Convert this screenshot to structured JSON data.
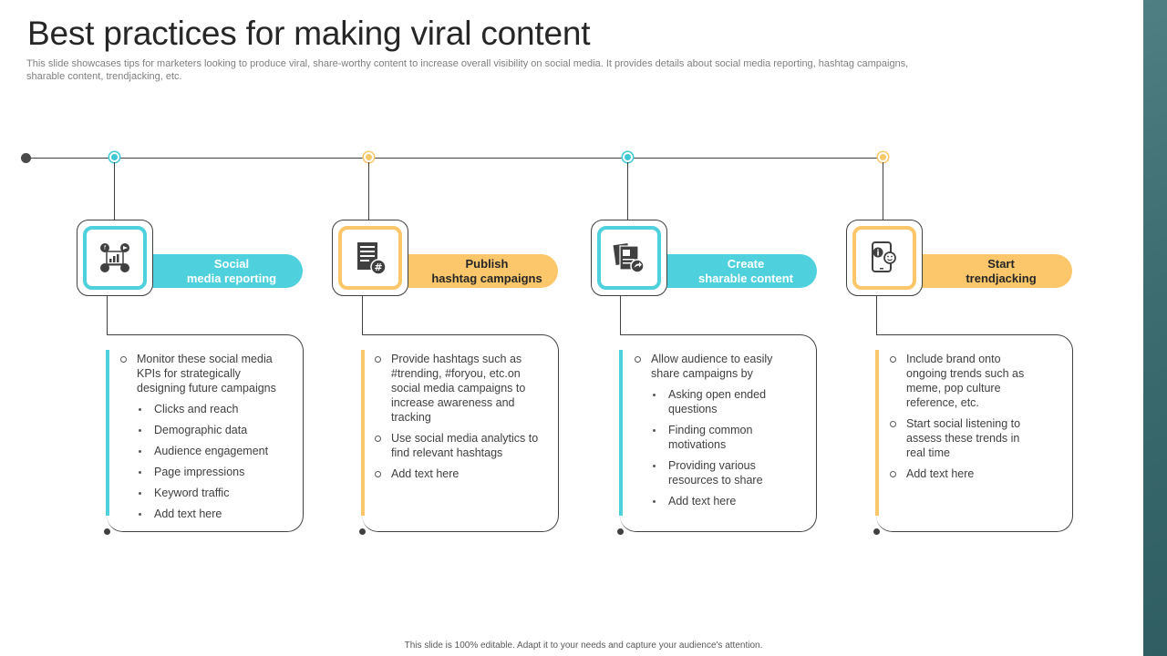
{
  "slide": {
    "title": "Best practices for making viral content",
    "subtitle": "This slide showcases tips for marketers looking to produce viral, share-worthy content to increase overall visibility on social media. It provides details about social media reporting, hashtag campaigns, sharable content, trendjacking, etc.",
    "footer": "This slide is 100% editable.  Adapt it to your needs and capture your audience's attention."
  },
  "colors": {
    "teal": "#4fd0dd",
    "orange": "#fcc76a",
    "dark": "#404040",
    "side_band": "#3e6e72"
  },
  "steps": [
    {
      "icon": "analytics-icon",
      "accent": "teal",
      "label_line1": "Social",
      "label_line2": "media reporting",
      "points": [
        {
          "text": "Monitor these social media KPIs for strategically designing future campaigns",
          "subs": [
            "Clicks and reach",
            "Demographic  data",
            "Audience engagement",
            "Page impressions",
            "Keyword traffic",
            "Add text here"
          ]
        }
      ]
    },
    {
      "icon": "hashtag-document-icon",
      "accent": "orange",
      "label_line1": "Publish",
      "label_line2": "hashtag campaigns",
      "points": [
        {
          "text": "Provide  hashtags such as #trending, #foryou, etc.on social media campaigns to increase awareness and tracking",
          "subs": []
        },
        {
          "text": "Use social media analytics to find relevant  hashtags",
          "subs": []
        },
        {
          "text": "Add text here",
          "subs": []
        }
      ]
    },
    {
      "icon": "share-content-icon",
      "accent": "teal",
      "label_line1": "Create",
      "label_line2": "sharable content",
      "points": [
        {
          "text": "Allow audience to easily share campaigns by",
          "subs": [
            "Asking open ended questions",
            "Finding common motivations",
            "Providing various resources to share",
            "Add text here"
          ]
        }
      ]
    },
    {
      "icon": "mobile-trend-icon",
      "accent": "orange",
      "label_line1": "Start",
      "label_line2": "trendjacking",
      "points": [
        {
          "text": "Include brand onto ongoing trends such as meme, pop culture reference,  etc.",
          "subs": []
        },
        {
          "text": "Start social listening to assess these trends in real time",
          "subs": []
        },
        {
          "text": "Add text here",
          "subs": []
        }
      ]
    }
  ]
}
